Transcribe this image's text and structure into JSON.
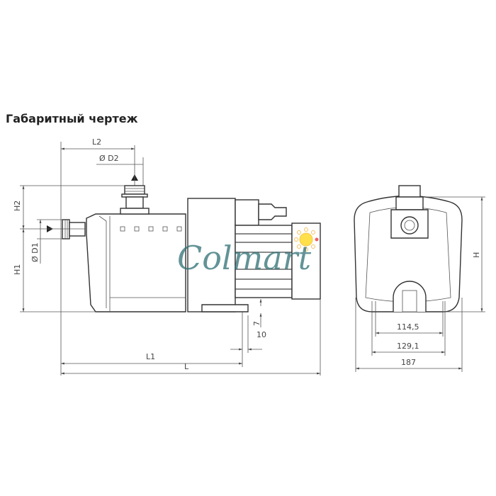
{
  "title": "Габаритный чертеж",
  "watermark": "Colmart",
  "side_view": {
    "labels": {
      "L2": "L2",
      "D2": "Ø D2",
      "H2": "H2",
      "D1": "Ø D1",
      "H1": "H1",
      "foot_height": "7",
      "foot_offset": "10",
      "L1": "L1",
      "L": "L"
    }
  },
  "front_view": {
    "labels": {
      "H": "H",
      "w1": "114,5",
      "w2": "129,1",
      "w3": "187"
    }
  },
  "colors": {
    "line": "#444444",
    "watermark": "#2f6f74",
    "sun": "#ffe04a"
  }
}
